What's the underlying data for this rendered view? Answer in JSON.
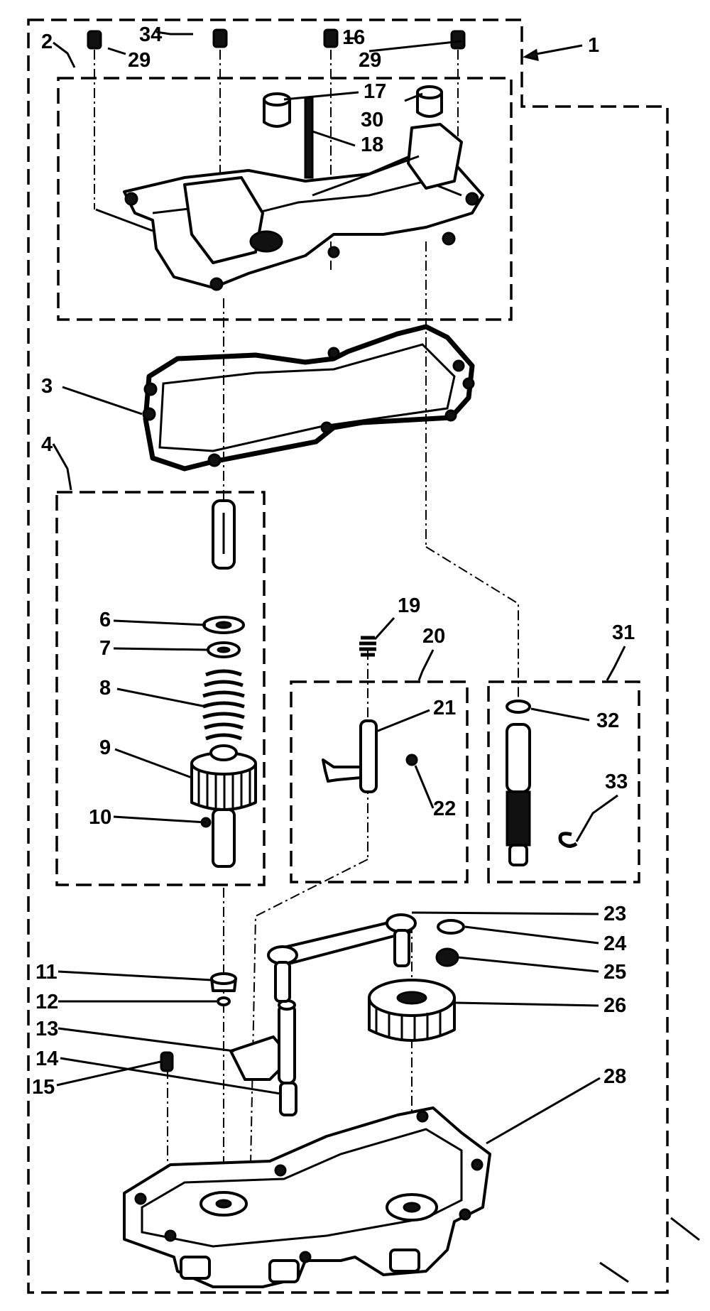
{
  "callouts": [
    {
      "id": "c1",
      "text": "1"
    },
    {
      "id": "c2",
      "text": "2"
    },
    {
      "id": "c3",
      "text": "3"
    },
    {
      "id": "c4",
      "text": "4"
    },
    {
      "id": "c6",
      "text": "6"
    },
    {
      "id": "c7",
      "text": "7"
    },
    {
      "id": "c8",
      "text": "8"
    },
    {
      "id": "c9",
      "text": "9"
    },
    {
      "id": "c10",
      "text": "10"
    },
    {
      "id": "c11",
      "text": "11"
    },
    {
      "id": "c12",
      "text": "12"
    },
    {
      "id": "c13",
      "text": "13"
    },
    {
      "id": "c14",
      "text": "14"
    },
    {
      "id": "c15",
      "text": "15"
    },
    {
      "id": "c16",
      "text": "16"
    },
    {
      "id": "c17",
      "text": "17"
    },
    {
      "id": "c18",
      "text": "18"
    },
    {
      "id": "c19",
      "text": "19"
    },
    {
      "id": "c20",
      "text": "20"
    },
    {
      "id": "c21",
      "text": "21"
    },
    {
      "id": "c22",
      "text": "22"
    },
    {
      "id": "c23",
      "text": "23"
    },
    {
      "id": "c24",
      "text": "24"
    },
    {
      "id": "c25",
      "text": "25"
    },
    {
      "id": "c26",
      "text": "26"
    },
    {
      "id": "c28",
      "text": "28"
    },
    {
      "id": "c29a",
      "text": "29"
    },
    {
      "id": "c29b",
      "text": "29"
    },
    {
      "id": "c30",
      "text": "30"
    },
    {
      "id": "c31",
      "text": "31"
    },
    {
      "id": "c32",
      "text": "32"
    },
    {
      "id": "c33",
      "text": "33"
    },
    {
      "id": "c34",
      "text": "34"
    }
  ]
}
